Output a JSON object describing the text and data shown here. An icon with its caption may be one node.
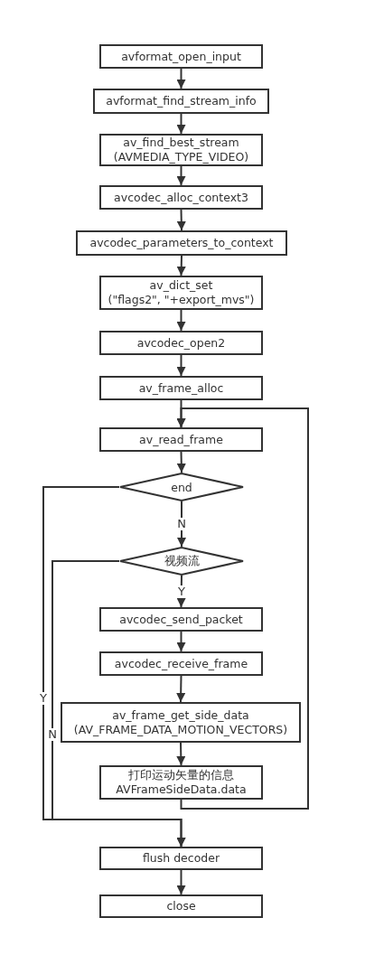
{
  "diagram": {
    "nodes": [
      {
        "text": [
          "avformat_open_input"
        ]
      },
      {
        "text": [
          "avformat_find_stream_info"
        ]
      },
      {
        "text": [
          "av_find_best_stream",
          "(AVMEDIA_TYPE_VIDEO)"
        ]
      },
      {
        "text": [
          "avcodec_alloc_context3"
        ]
      },
      {
        "text": [
          "avcodec_parameters_to_context"
        ]
      },
      {
        "text": [
          "av_dict_set",
          "(\"flags2\", \"+export_mvs\")"
        ]
      },
      {
        "text": [
          "avcodec_open2"
        ]
      },
      {
        "text": [
          "av_frame_alloc"
        ]
      },
      {
        "text": [
          "av_read_frame"
        ]
      },
      {
        "text": [
          "end"
        ]
      },
      {
        "text": [
          "视频流"
        ]
      },
      {
        "text": [
          "avcodec_send_packet"
        ]
      },
      {
        "text": [
          "avcodec_receive_frame"
        ]
      },
      {
        "text": [
          "av_frame_get_side_data",
          "(AV_FRAME_DATA_MOTION_VECTORS)"
        ]
      },
      {
        "text": [
          "打印运动矢量的信息",
          "AVFrameSideData.data"
        ]
      },
      {
        "text": [
          "flush decoder"
        ]
      },
      {
        "text": [
          "close"
        ]
      }
    ],
    "edges": [
      {
        "from": 0,
        "to": 1,
        "arrow": "to"
      },
      {
        "from": 1,
        "to": 2,
        "arrow": "to"
      },
      {
        "from": 2,
        "to": 3,
        "arrow": "to"
      },
      {
        "from": 3,
        "to": 4,
        "arrow": "to"
      },
      {
        "from": 4,
        "to": 5,
        "arrow": "to"
      },
      {
        "from": 5,
        "to": 6,
        "arrow": "to"
      },
      {
        "from": 6,
        "to": 7,
        "arrow": "to"
      },
      {
        "from": 7,
        "to": 8,
        "arrow": "to"
      },
      {
        "from": 8,
        "to": 9,
        "arrow": "to"
      },
      {
        "from": 9,
        "to": 10,
        "arrow": "to",
        "label": "N"
      },
      {
        "from": 10,
        "to": 11,
        "arrow": "to",
        "label": "Y"
      },
      {
        "from": 11,
        "to": 12,
        "arrow": "to"
      },
      {
        "from": 12,
        "to": 13,
        "arrow": "to"
      },
      {
        "from": 13,
        "to": 14,
        "arrow": "to"
      },
      {
        "from": 14,
        "to": 8,
        "arrow": "to"
      },
      {
        "from": 9,
        "to": 15,
        "arrow": "to",
        "label": "Y"
      },
      {
        "from": 10,
        "to": 15,
        "arrow": "to",
        "label": "N"
      },
      {
        "from": 15,
        "to": 16,
        "arrow": "to"
      }
    ]
  }
}
